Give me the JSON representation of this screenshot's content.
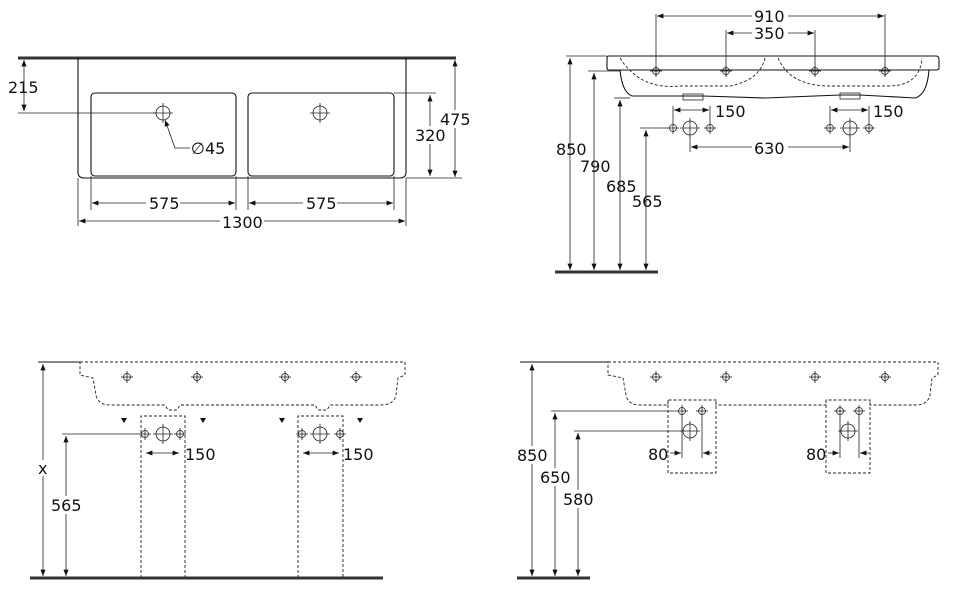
{
  "views": {
    "top": {
      "d_wall_to_drain": "215",
      "d_depth": "475",
      "d_bowl_depth": "320",
      "d_bowl_left": "575",
      "d_bowl_right": "575",
      "d_total_width": "1300",
      "d_drain_diameter": "∅45"
    },
    "front": {
      "d_outer_taps": "910",
      "d_inner_taps": "350",
      "d_height_top": "850",
      "d_height_rim": "790",
      "d_height_bottom": "685",
      "d_height_supply": "565",
      "d_supply_left": "150",
      "d_supply_right": "150",
      "d_supply_spacing": "630"
    },
    "pedestal": {
      "d_height_x": "x",
      "d_height_supply": "565",
      "d_supply_left": "150",
      "d_supply_right": "150"
    },
    "siphon": {
      "d_height_top": "850",
      "d_height_supply": "650",
      "d_height_drain": "580",
      "d_spacing_left": "80",
      "d_spacing_right": "80"
    }
  }
}
